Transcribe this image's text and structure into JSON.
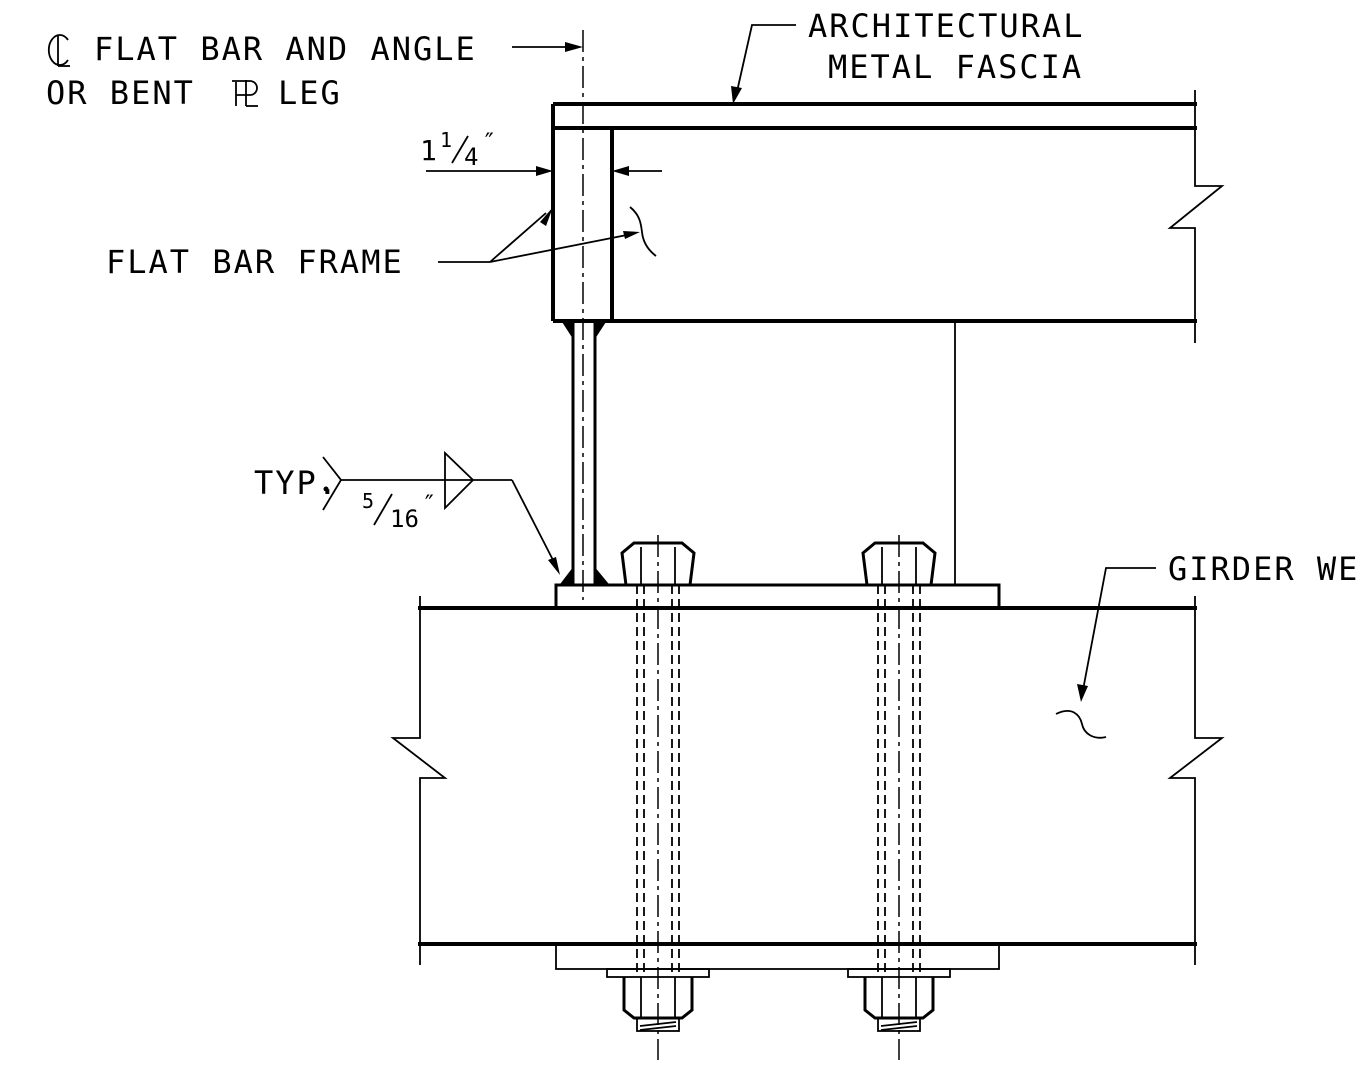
{
  "labels": {
    "centerline_line1": "FLAT BAR AND ANGLE",
    "centerline_line2": "OR BENT",
    "centerline_line2_end": "LEG",
    "fascia_line1": "ARCHITECTURAL",
    "fascia_line2": "METAL FASCIA",
    "flat_bar_frame": "FLAT BAR FRAME",
    "weld_typ": "TYP.",
    "girder": "GIRDER WE"
  },
  "dimensions": {
    "gap_whole": "1",
    "gap_num": "1",
    "gap_den": "4",
    "gap_unit": "″",
    "weld_num": "5",
    "weld_den": "16",
    "weld_unit": "″"
  },
  "symbols": {
    "centerline": "centerline-symbol",
    "plate": "plate-symbol",
    "weld": "fillet-weld-symbol"
  }
}
